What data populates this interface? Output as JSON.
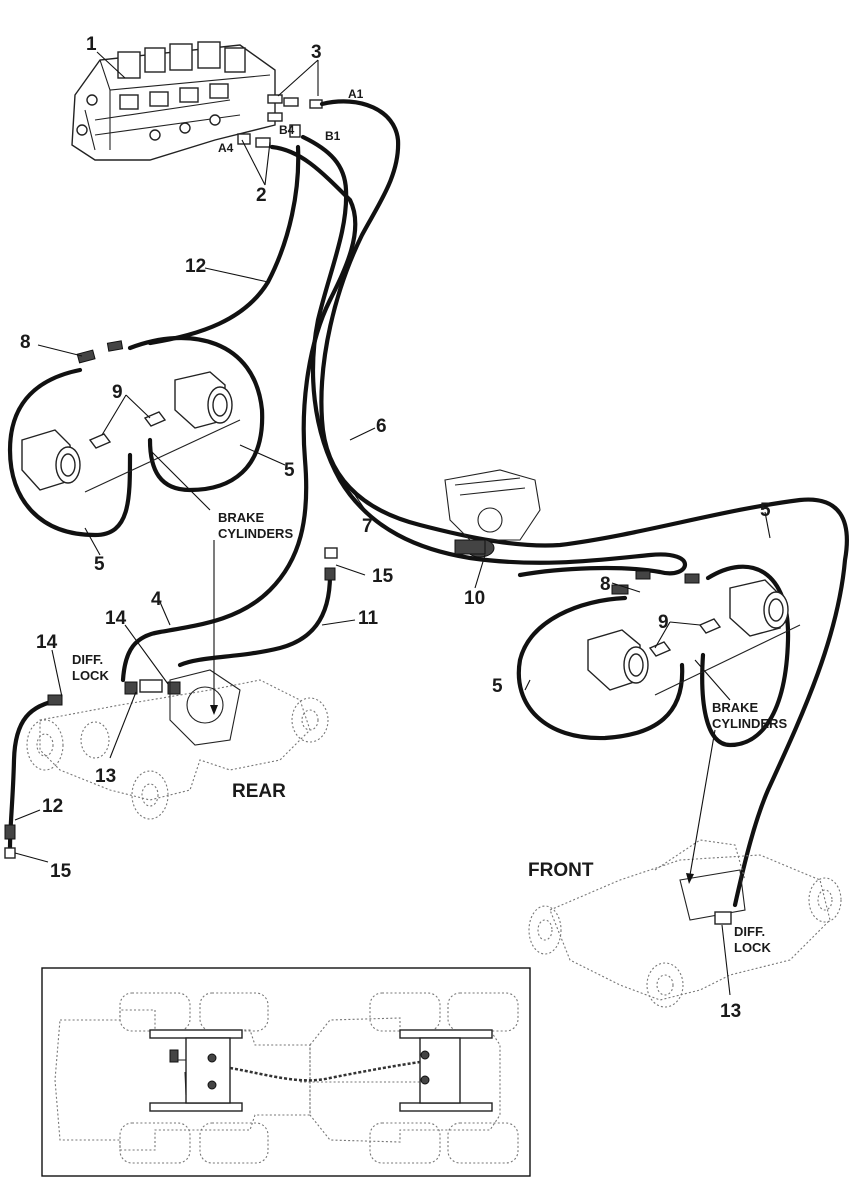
{
  "diagram": {
    "callouts": {
      "c1": "1",
      "c2": "2",
      "c3": "3",
      "c4": "4",
      "c5a": "5",
      "c5b": "5",
      "c5c": "5",
      "c5d": "5",
      "c6": "6",
      "c7": "7",
      "c8a": "8",
      "c8b": "8",
      "c9a": "9",
      "c9b": "9",
      "c10": "10",
      "c11": "11",
      "c12a": "12",
      "c12b": "12",
      "c13a": "13",
      "c13b": "13",
      "c14a": "14",
      "c14b": "14",
      "c15a": "15",
      "c15b": "15"
    },
    "ports": {
      "a1": "A1",
      "a4": "A4",
      "b1": "B1",
      "b4": "B4"
    },
    "captions": {
      "brake_rear_1": "BRAKE",
      "brake_rear_2": "CYLINDERS",
      "brake_front_1": "BRAKE",
      "brake_front_2": "CYLINDERS",
      "diff_rear_1": "DIFF.",
      "diff_rear_2": "LOCK",
      "diff_front_1": "DIFF.",
      "diff_front_2": "LOCK"
    },
    "axles": {
      "rear": "REAR",
      "front": "FRONT"
    }
  }
}
